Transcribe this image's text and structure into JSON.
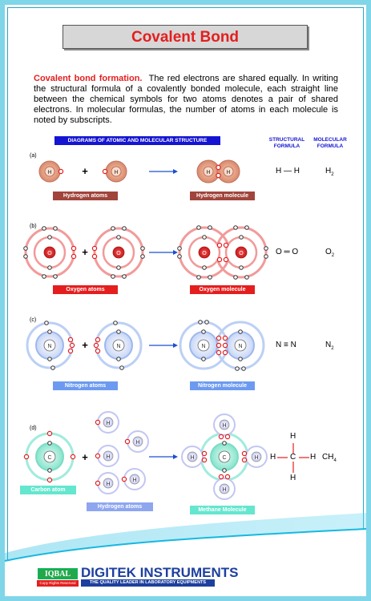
{
  "title": "Covalent Bond",
  "intro": {
    "lead": "Covalent bond formation.",
    "body": "The red electrons are shared equally. In writing the structural formula of a covalently bonded molecule, each straight line between the chemical symbols for two atoms denotes a pair of shared electrons. In molecular formulas, the number of atoms in each molecule is noted by subscripts."
  },
  "diagram_header": "DIAGRAMS OF ATOMIC AND MOLECULAR STRUCTURE",
  "col_structural": [
    "STRUCTURAL",
    "FORMULA"
  ],
  "col_molecular": [
    "MOLECULAR",
    "FORMULA"
  ],
  "sections": {
    "a": {
      "tag": "(a)",
      "left_label": "Hydrogen atoms",
      "right_label": "Hydrogen molecule",
      "symbol": "H",
      "struct": "H — H",
      "mol": "H",
      "mol_sub": "2",
      "color_label": "#a0443c"
    },
    "b": {
      "tag": "(b)",
      "left_label": "Oxygen atoms",
      "right_label": "Oxygen molecule",
      "symbol": "O",
      "struct": "O ═ O",
      "mol": "O",
      "mol_sub": "2",
      "color_label": "#e41e1e"
    },
    "c": {
      "tag": "(c)",
      "left_label": "Nitrogen atoms",
      "right_label": "Nitrogen molecule",
      "symbol": "N",
      "struct": "N ≡ N",
      "mol": "N",
      "mol_sub": "2",
      "color_label": "#6c9af0"
    },
    "d": {
      "tag": "(d)",
      "left_label": "Carbon atom",
      "mid_label": "Hydrogen atoms",
      "right_label": "Methane Molecule",
      "symbol_c": "C",
      "symbol_h": "H",
      "mol": "CH",
      "mol_sub": "4",
      "color_carbon": "#64e6cf",
      "color_h": "#8ea6f0"
    }
  },
  "plus": "+",
  "footer": {
    "logo": "IQBAL",
    "logo_sub": "Copy Rights Reserved",
    "brand": "DIGITEK INSTRUMENTS",
    "tagline": "THE QUALITY LEADER IN LABORATORY EQUIPMENTS"
  }
}
